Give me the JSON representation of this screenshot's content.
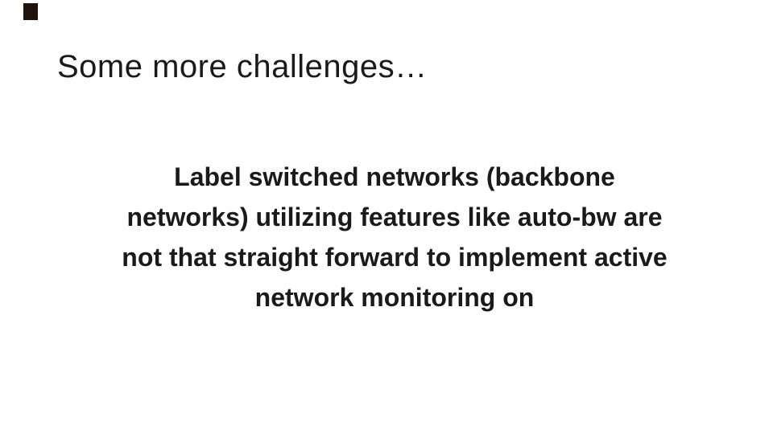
{
  "slide": {
    "title": "Some more challenges…",
    "body_text": "Label switched networks (backbone networks) utilizing features like auto-bw are not that straight forward to implement active network monitoring on",
    "body_lines": [
      "Label switched networks (backbone",
      "networks) utilizing features like auto-bw are",
      "not that straight forward to implement active",
      "network monitoring on"
    ],
    "colors": {
      "background": "#ffffff",
      "text": "#1a1a1a",
      "corner_mark": "#1f130c"
    }
  }
}
